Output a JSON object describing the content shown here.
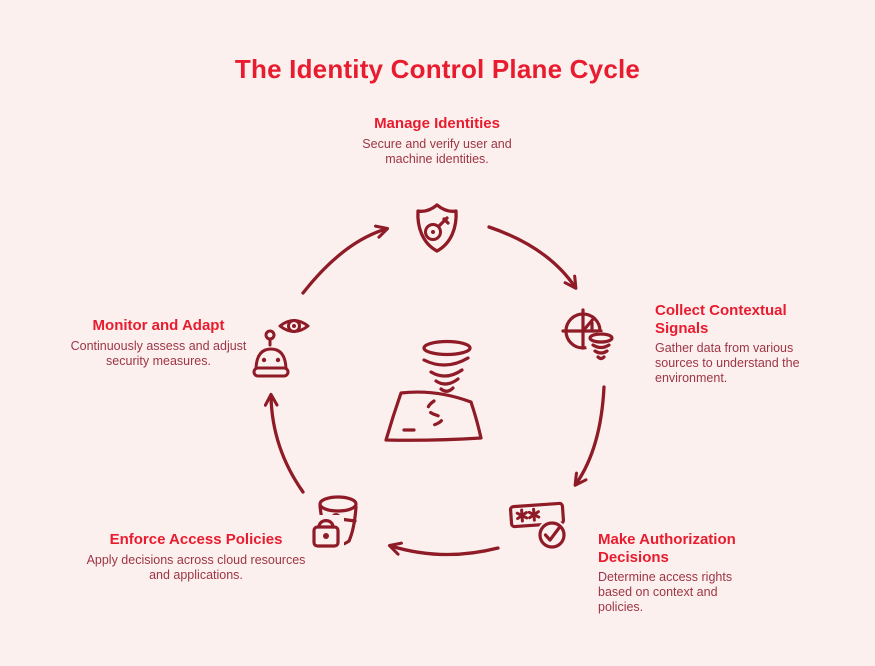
{
  "title": "The Identity Control Plane Cycle",
  "colors": {
    "background": "#fcf0ef",
    "heading_red": "#e81c2e",
    "body_red": "#9d3544",
    "icon_stroke_red": "#8e1b26"
  },
  "center_illustration": "tornado-over-map-icon",
  "stages": [
    {
      "name": "Manage Identities",
      "description": "Secure and verify user and machine identities.",
      "icon": "shield-key-icon",
      "position": "top"
    },
    {
      "name": "Collect Contextual Signals",
      "description": "Gather data from various sources to understand the environment.",
      "icon": "globe-funnel-icon",
      "position": "right"
    },
    {
      "name": "Make Authorization Decisions",
      "description": "Determine access rights based on context and policies.",
      "icon": "password-check-icon",
      "position": "bottom-right"
    },
    {
      "name": "Enforce Access Policies",
      "description": "Apply decisions across cloud resources and applications.",
      "icon": "bucket-lock-icon",
      "position": "bottom-left"
    },
    {
      "name": "Monitor and Adapt",
      "description": "Continuously assess and adjust security measures.",
      "icon": "robot-eye-icon",
      "position": "left"
    }
  ]
}
